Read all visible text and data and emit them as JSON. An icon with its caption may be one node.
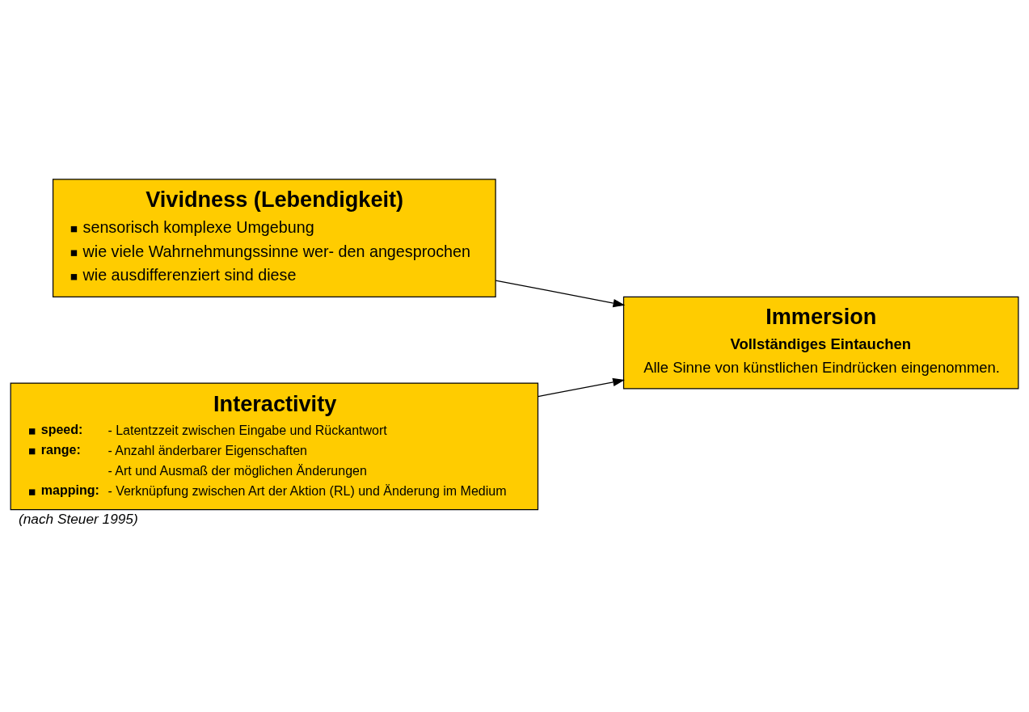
{
  "diagram": {
    "caption": "(nach Steuer 1995)",
    "nodes": [
      {
        "text": [
          "Vividness (Lebendigkeit)",
          "sensorisch komplexe Umgebung",
          "wie viele Wahrnehmungssinne wer- den angesprochen",
          "wie ausdifferenziert sind diese"
        ]
      },
      {
        "text": [
          "Immersion",
          "Vollständiges Eintauchen",
          "Alle Sinne von künstlichen Eindrücken eingenommen."
        ]
      },
      {
        "text": [
          "Interactivity",
          "speed:",
          "- Latentzzeit zwischen Eingabe und Rückantwort",
          "range:",
          "- Anzahl änderbarer Eigenschaften",
          "- Art und Ausmaß der möglichen Änderungen",
          "mapping:",
          "- Verknüpfung zwischen Art der Aktion (RL) und Änderung im Medium"
        ]
      }
    ],
    "edges": [
      {
        "from": 0,
        "to": 1,
        "arrow": "to"
      },
      {
        "from": 2,
        "to": 1,
        "arrow": "to"
      }
    ]
  }
}
